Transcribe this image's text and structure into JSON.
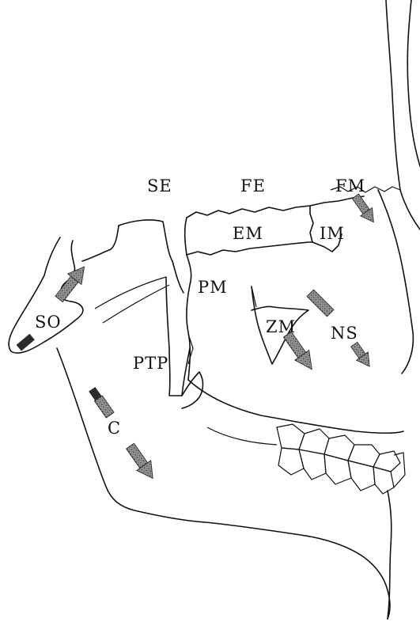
{
  "labels": {
    "se": "SE",
    "fe": "FE",
    "fm": "FM",
    "em": "EM",
    "im": "IM",
    "pm": "PM",
    "zm": "ZM",
    "ns": "NS",
    "so": "SO",
    "ptp": "PTP",
    "c": "C"
  },
  "arrows": [
    {
      "name": "so-growth-arrow",
      "direction": "up-right"
    },
    {
      "name": "fm-growth-arrow",
      "direction": "down-right"
    },
    {
      "name": "zm-growth-arrow",
      "direction": "down-right"
    },
    {
      "name": "ns-growth-arrow",
      "direction": "down-right"
    },
    {
      "name": "c-growth-arrow",
      "direction": "down-right"
    }
  ],
  "colors": {
    "line": "#111111",
    "arrow_fill": "#8c8c8c",
    "arrow_tail": "#2a2a2a",
    "background": "#ffffff"
  }
}
